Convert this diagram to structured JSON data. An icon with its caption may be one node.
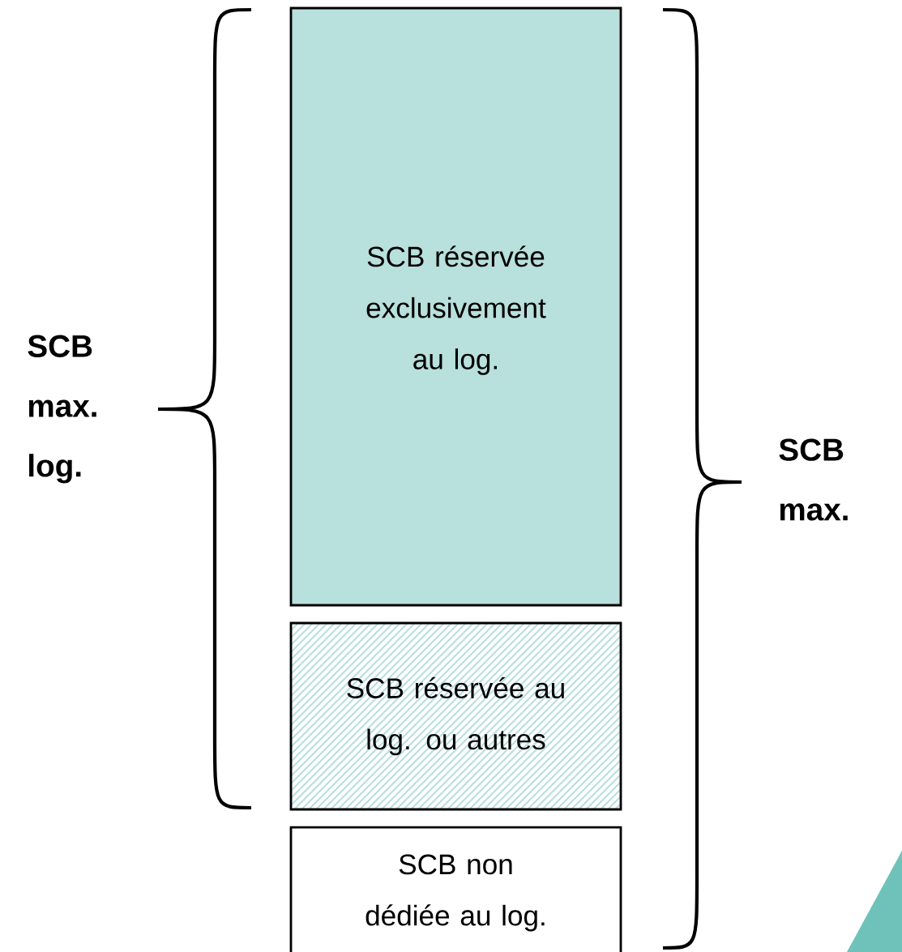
{
  "diagram": {
    "nodes": [
      {
        "text": [
          "SCB réservée exclusivement au log."
        ]
      },
      {
        "text": [
          "SCB réservée au log. ou autres"
        ]
      },
      {
        "text": [
          "SCB non dédiée au log."
        ]
      }
    ],
    "labels": [
      "SCB max. log.",
      "SCB max."
    ]
  }
}
